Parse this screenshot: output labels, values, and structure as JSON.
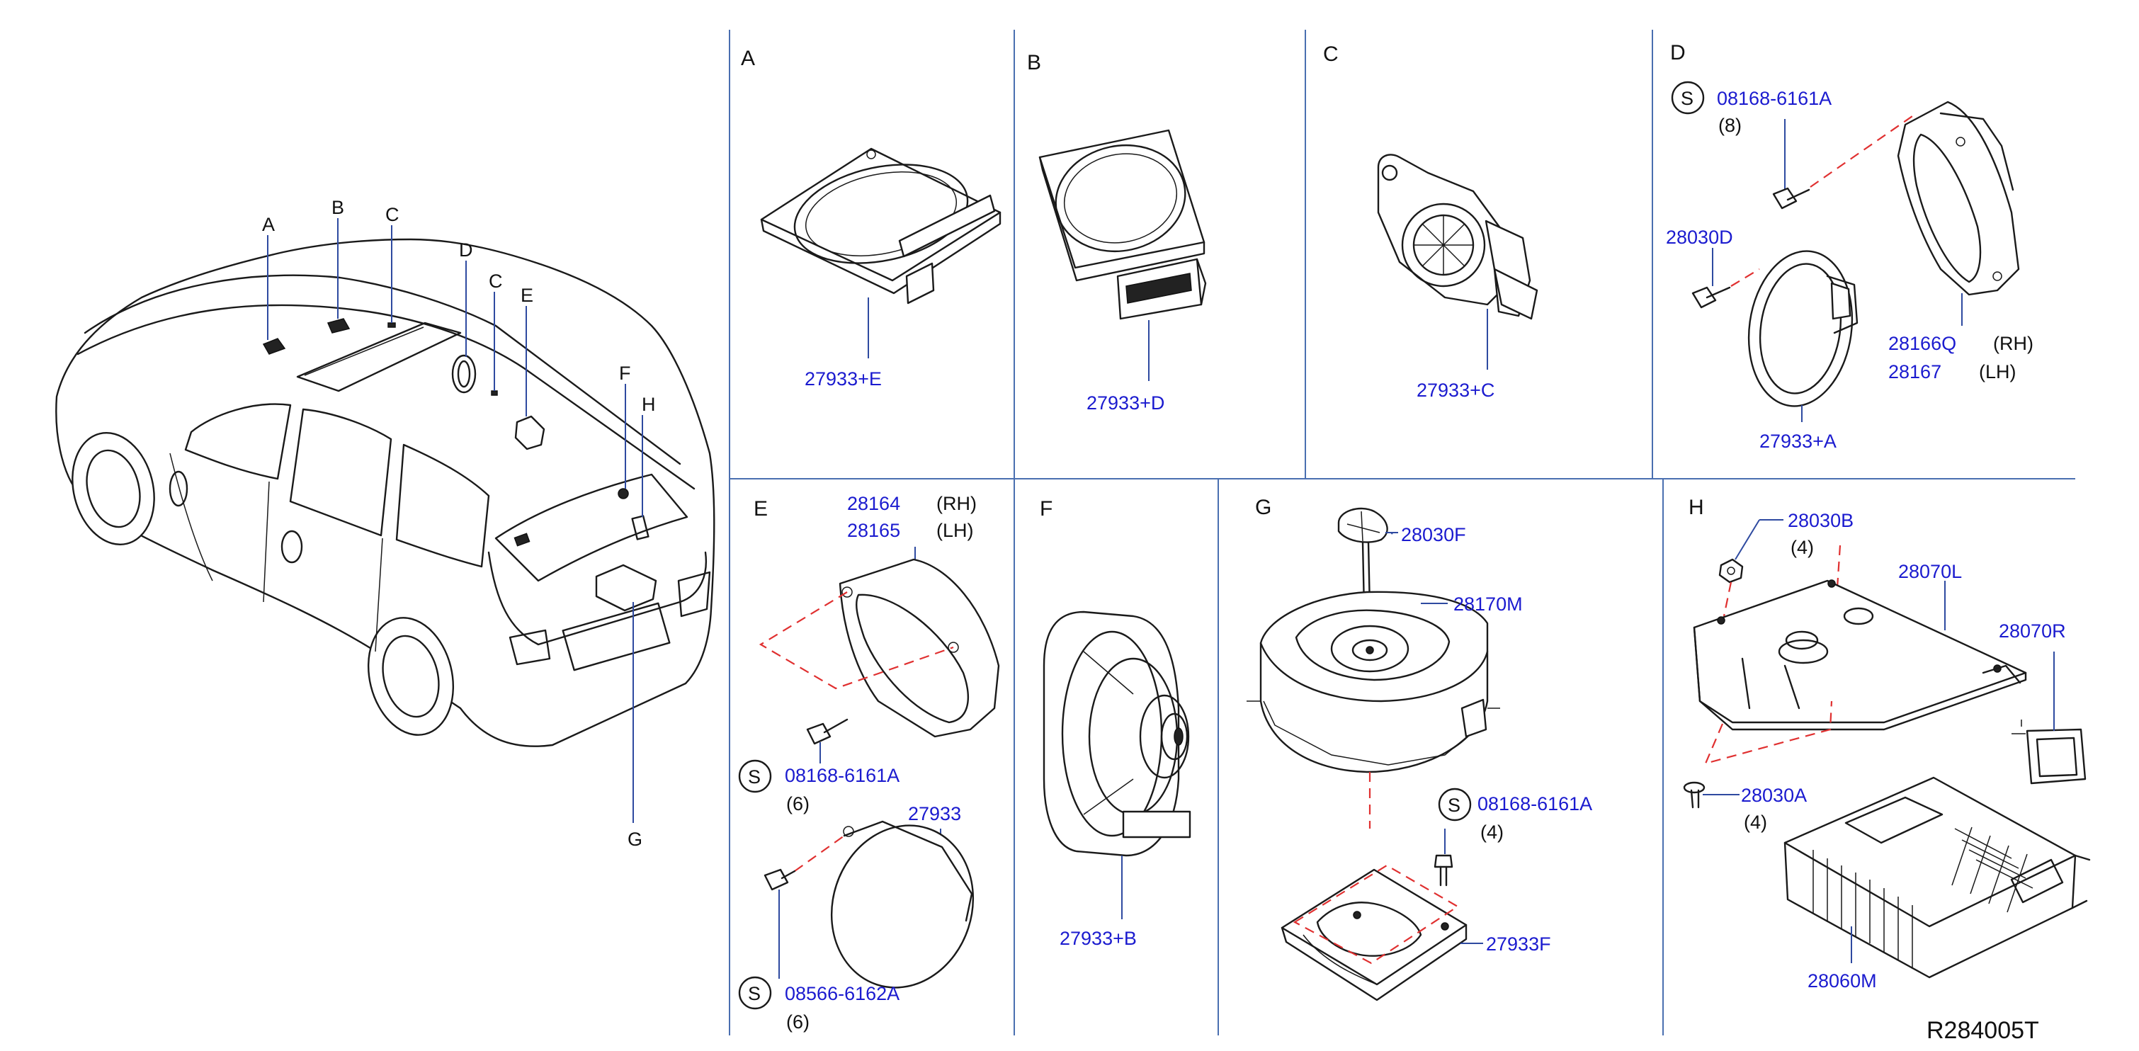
{
  "car": {
    "labels": [
      "A",
      "B",
      "C",
      "D",
      "C",
      "E",
      "F",
      "H",
      "G"
    ]
  },
  "sections": [
    {
      "letter": "A",
      "part_numbers": [
        "27933+E"
      ]
    },
    {
      "letter": "B",
      "part_numbers": [
        "27933+D"
      ]
    },
    {
      "letter": "C",
      "part_numbers": [
        "27933+C"
      ]
    },
    {
      "letter": "D",
      "part_numbers": [
        "08168-6161A",
        "28030D",
        "28166Q",
        "28167",
        "27933+A"
      ],
      "notes": [
        "(8)",
        "(RH)",
        "(LH)"
      ],
      "s_marker": "S"
    },
    {
      "letter": "E",
      "part_numbers": [
        "28164",
        "28165",
        "08168-6161A",
        "27933",
        "08566-6162A"
      ],
      "notes": [
        "(RH)",
        "(LH)",
        "(6)",
        "(6)"
      ],
      "s_marker": "S"
    },
    {
      "letter": "F",
      "part_numbers": [
        "27933+B"
      ]
    },
    {
      "letter": "G",
      "part_numbers": [
        "28030F",
        "28170M",
        "08168-6161A",
        "27933F"
      ],
      "notes": [
        "(4)"
      ],
      "s_marker": "S"
    },
    {
      "letter": "H",
      "part_numbers": [
        "28030B",
        "28070L",
        "28070R",
        "28030A",
        "28060M"
      ],
      "notes": [
        "(4)",
        "(4)"
      ]
    }
  ],
  "reference_code": "R284005T",
  "colors": {
    "part_number": "#1b1bcf",
    "leader": "#2e4aa0",
    "frame": "#4a6fb0",
    "dashed_assembly": "#e03030",
    "ink": "#111111"
  }
}
